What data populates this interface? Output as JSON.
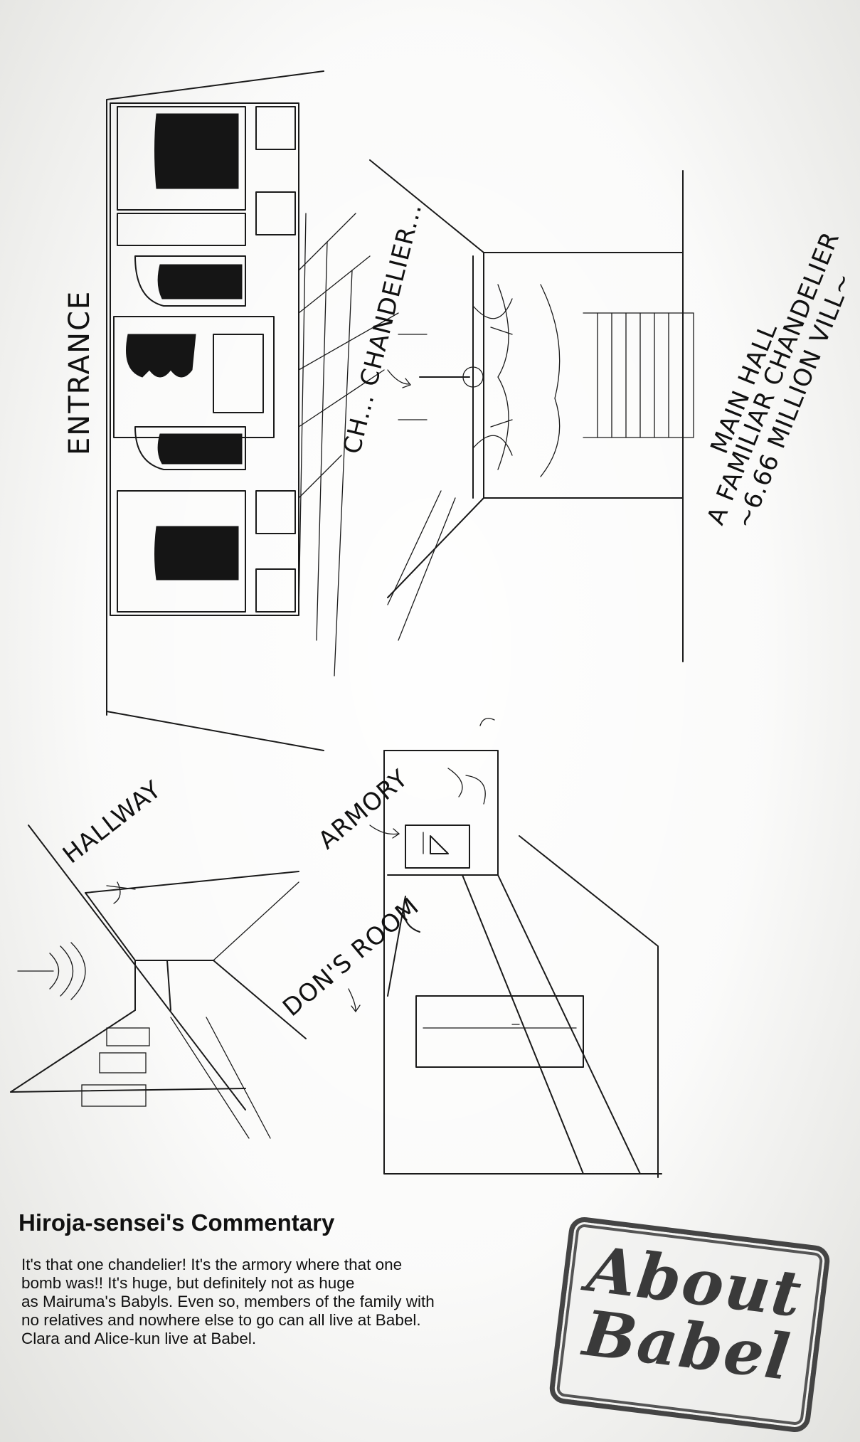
{
  "sketch_labels": {
    "entrance": "ENTRANCE",
    "chandelier": "CH... CHANDELIER...",
    "main_hall": "MAIN HALL",
    "main_hall_note_1": "A FAMILIAR CHANDELIER",
    "main_hall_note_2": "~6.66 MILLION VILL~",
    "hallway": "HALLWAY",
    "armory": "ARMORY",
    "dons_room": "DON'S ROOM"
  },
  "commentary": {
    "title": "Hiroja-sensei's Commentary",
    "lines": [
      "It's that one chandelier! It's the armory where that one",
      "bomb was!! It's huge, but definitely not as huge",
      "as Mairuma's Babyls. Even so, members of the family with",
      "no relatives and nowhere else to go can all live at Babel.",
      "Clara and Alice-kun live at Babel."
    ]
  },
  "stamp": {
    "line1": "About",
    "line2": "Babel"
  }
}
